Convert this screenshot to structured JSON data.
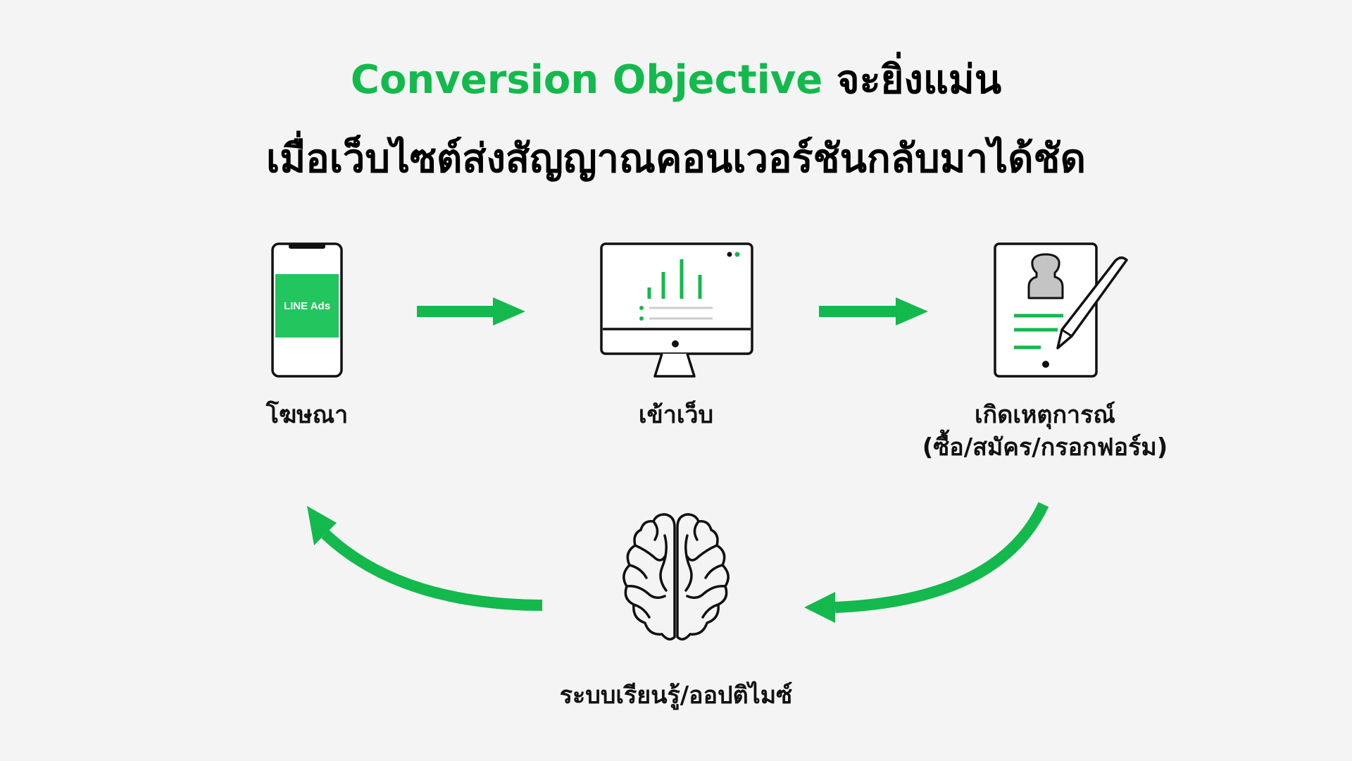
{
  "title": {
    "line1_highlight": "Conversion Objective",
    "line1_rest": " จะยิ่งแม่น",
    "line2": "เมื่อเว็บไซต์ส่งสัญญาณคอนเวอร์ชันกลับมาได้ชัด"
  },
  "steps": {
    "ad": {
      "label": "โฆษณา",
      "phone_badge": "LINE Ads"
    },
    "visit": {
      "label": "เข้าเว็บ"
    },
    "event": {
      "label_line1": "เกิดเหตุการณ์",
      "label_line2": "(ซื้อ/สมัคร/กรอกฟอร์ม)"
    },
    "learn": {
      "label": "ระบบเรียนรู้/ออปติไมซ์"
    }
  },
  "colors": {
    "accent": "#13b94c",
    "phone_screen": "#22c55e",
    "ink": "#111111",
    "background": "#f4f4f4",
    "silhouette": "#c4c4c4"
  },
  "icons": [
    "smartphone-icon",
    "monitor-chart-icon",
    "form-pen-icon",
    "brain-icon"
  ]
}
